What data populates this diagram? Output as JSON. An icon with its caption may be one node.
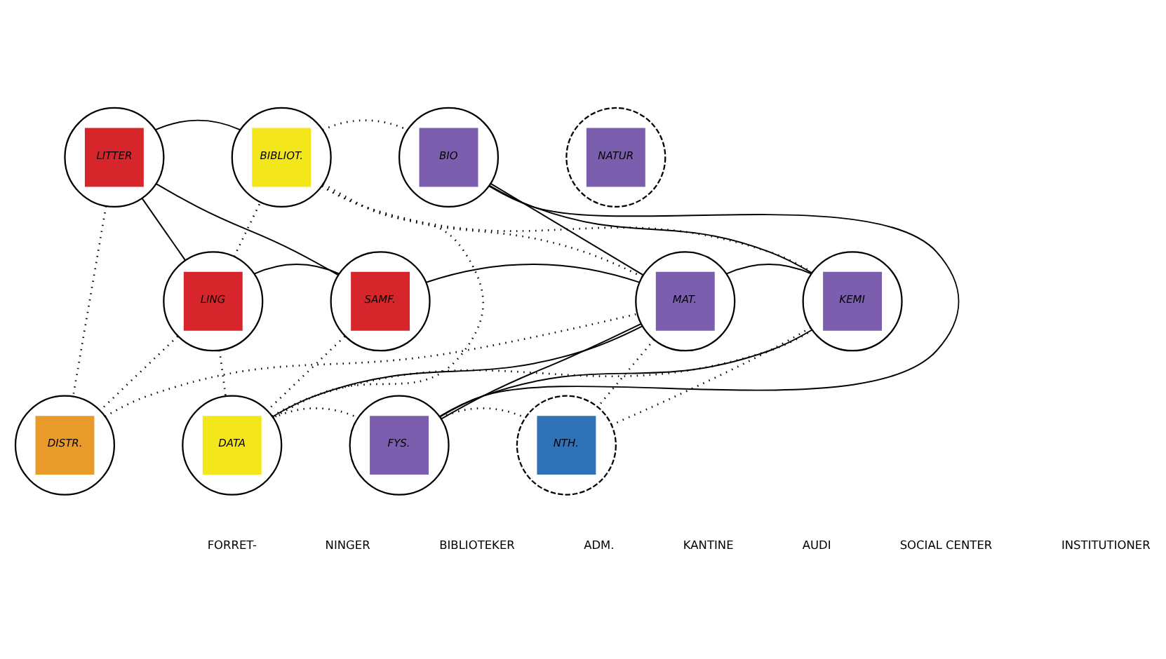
{
  "diagram": {
    "nodes": [
      {
        "text": [
          "LITTER"
        ]
      },
      {
        "text": [
          "BIBLIOT."
        ]
      },
      {
        "text": [
          "BIO"
        ]
      },
      {
        "text": [
          "NATUR"
        ]
      },
      {
        "text": [
          "LING"
        ]
      },
      {
        "text": [
          "SAMF."
        ]
      },
      {
        "text": [
          "MAT."
        ]
      },
      {
        "text": [
          "KEMI"
        ]
      },
      {
        "text": [
          "DISTR."
        ]
      },
      {
        "text": [
          "DATA"
        ]
      },
      {
        "text": [
          "FYS."
        ]
      },
      {
        "text": [
          "NTH."
        ]
      }
    ],
    "edges": [
      {
        "from": 0,
        "to": 1,
        "arrow": "none"
      },
      {
        "from": 0,
        "to": 4,
        "arrow": "none"
      },
      {
        "from": 0,
        "to": 5,
        "arrow": "none"
      },
      {
        "from": 4,
        "to": 5,
        "arrow": "none"
      },
      {
        "from": 5,
        "to": 6,
        "arrow": "none"
      },
      {
        "from": 6,
        "to": 2,
        "arrow": "none"
      },
      {
        "from": 6,
        "to": 7,
        "arrow": "none"
      },
      {
        "from": 2,
        "to": 7,
        "arrow": "none"
      },
      {
        "from": 2,
        "to": 10,
        "arrow": "none"
      },
      {
        "from": 6,
        "to": 9,
        "arrow": "none"
      },
      {
        "from": 6,
        "to": 10,
        "arrow": "none"
      },
      {
        "from": 7,
        "to": 10,
        "arrow": "none"
      },
      {
        "from": 1,
        "to": 2,
        "arrow": "none",
        "style": "dashed"
      },
      {
        "from": 1,
        "to": 7,
        "arrow": "none",
        "style": "dashed"
      },
      {
        "from": 4,
        "to": 1,
        "arrow": "none",
        "style": "dashed"
      },
      {
        "from": 1,
        "to": 6,
        "arrow": "none",
        "style": "dashed"
      },
      {
        "from": 1,
        "to": 9,
        "arrow": "none",
        "style": "dashed"
      },
      {
        "from": 0,
        "to": 8,
        "arrow": "none",
        "style": "dashed"
      },
      {
        "from": 4,
        "to": 8,
        "arrow": "none",
        "style": "dashed"
      },
      {
        "from": 4,
        "to": 9,
        "arrow": "none",
        "style": "dashed"
      },
      {
        "from": 5,
        "to": 9,
        "arrow": "none",
        "style": "dashed"
      },
      {
        "from": 8,
        "to": 6,
        "arrow": "none",
        "style": "dashed"
      },
      {
        "from": 9,
        "to": 7,
        "arrow": "none",
        "style": "dashed"
      },
      {
        "from": 6,
        "to": 11,
        "arrow": "none",
        "style": "dashed"
      },
      {
        "from": 7,
        "to": 11,
        "arrow": "none",
        "style": "dashed"
      },
      {
        "from": 9,
        "to": 10,
        "arrow": "none",
        "style": "dashed"
      },
      {
        "from": 10,
        "to": 11,
        "arrow": "none",
        "style": "dashed"
      }
    ],
    "labels": [
      "FORRET-",
      "NINGER",
      "BIBLIOTEKER",
      "ADM.",
      "KANTINE",
      "AUDI",
      "SOCIAL CENTER",
      "INSTITUTIONER"
    ]
  }
}
